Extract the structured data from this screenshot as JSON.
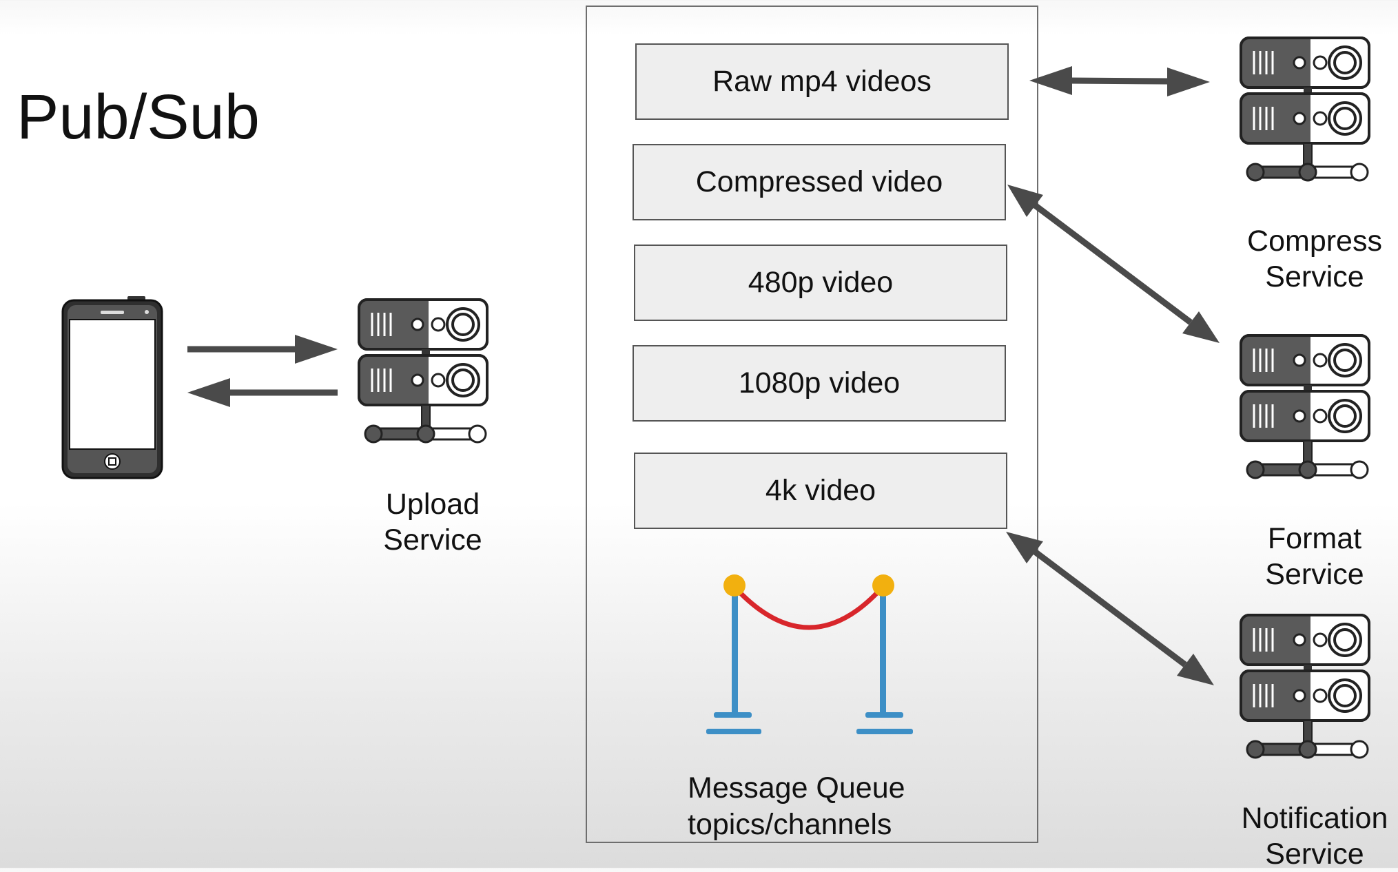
{
  "title": "Pub/Sub",
  "queue": {
    "label_line1": "Message Queue",
    "label_line2": "topics/channels",
    "topics": [
      "Raw mp4 videos",
      "Compressed video",
      "480p video",
      "1080p video",
      "4k video"
    ]
  },
  "services": {
    "upload": {
      "line1": "Upload",
      "line2": "Service"
    },
    "compress": {
      "line1": "Compress",
      "line2": "Service"
    },
    "format": {
      "line1": "Format",
      "line2": "Service"
    },
    "notification": {
      "line1": "Notification",
      "line2": "Service"
    }
  },
  "icons": {
    "phone": "smartphone-icon",
    "server": "server-icon",
    "queue": "stanchion-rope-icon"
  },
  "colors": {
    "arrow": "#4a4a4a",
    "topic_fill": "#eeeeee",
    "server_dark": "#555555",
    "rope": "#d8262b",
    "post": "#3d8fc6",
    "post_knob": "#f2b00f"
  }
}
